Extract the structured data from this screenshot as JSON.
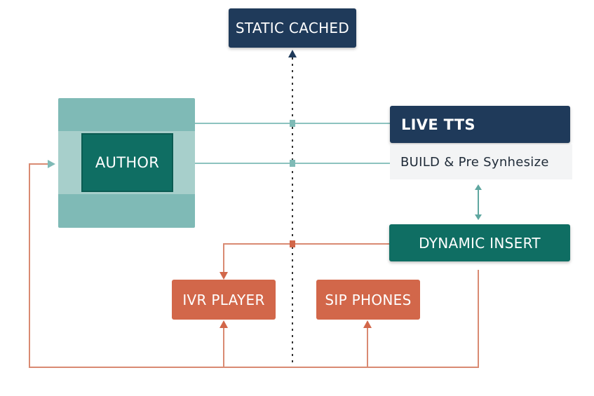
{
  "nodes": {
    "static_cached": "STATIC CACHED",
    "author": "AUTHOR",
    "live_tts": "LIVE TTS",
    "build_pre_synthesize": "BUILD & Pre Synhesize",
    "dynamic_insert": "DYNAMIC INSERT",
    "ivr_player": "IVR PLAYER",
    "sip_phones": "SIP PHONES"
  },
  "colors": {
    "navy": "#1f3a5a",
    "teal": "#0f6e63",
    "teal_light": "#7fbab6",
    "coral": "#d2674a",
    "teal_line": "#8cc3bf",
    "coral_line": "#d98a72",
    "dotted_line": "#333333"
  },
  "icons": {
    "up_arrow": "up-arrow-icon",
    "bidirectional_arrow": "updown-arrow-icon"
  }
}
